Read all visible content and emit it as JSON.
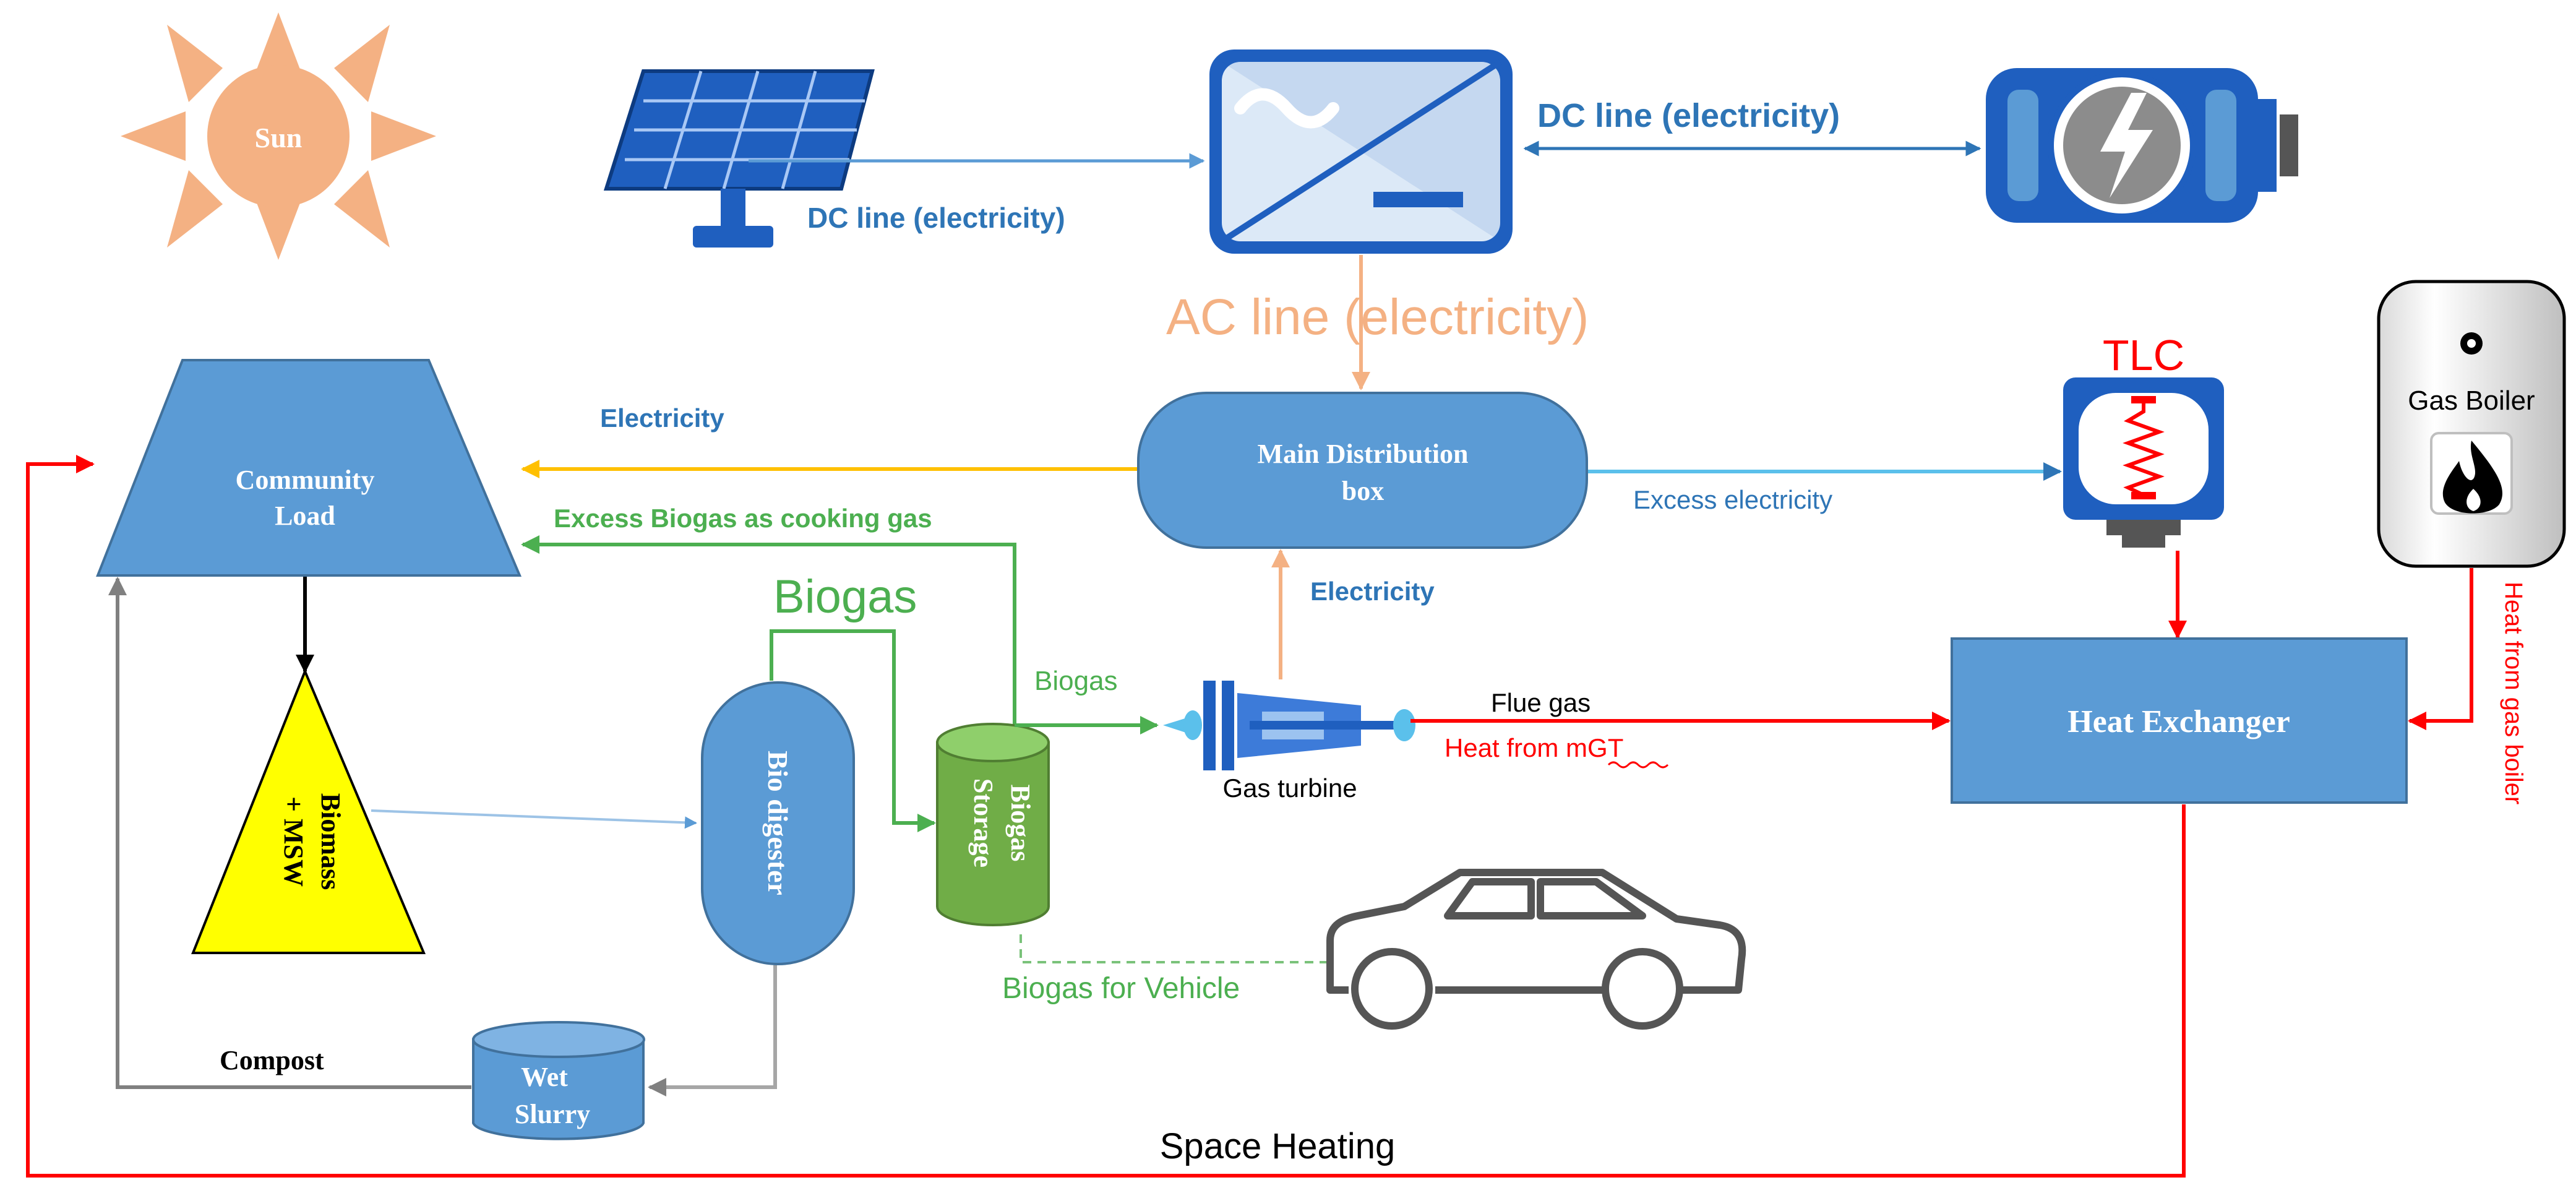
{
  "colors": {
    "node_fill": "#5b9bd5",
    "node_stroke": "#41719c",
    "electricity_blue": "#2e75b6",
    "electricity_orange": "#f4b183",
    "electricity_yellow": "#ffc000",
    "biogas_green": "#4caf50",
    "heat_red": "#ff0000",
    "slurry_gray": "#808080",
    "sun_orange": "#f4b183",
    "biomass_yellow": "#ffff00",
    "storage_green": "#70ad47"
  },
  "nodes": {
    "sun": "Sun",
    "community_load": [
      "Community",
      "Load"
    ],
    "main_distribution": [
      "Main Distribution",
      "box"
    ],
    "biomass": [
      "Biomass",
      "+ MSW"
    ],
    "bio_digester": "Bio digester",
    "biogas_storage": [
      "Biogas",
      "Storage"
    ],
    "wet_slurry": [
      "Wet",
      "Slurry"
    ],
    "heat_exchanger": "Heat Exchanger",
    "tlc": "TLC",
    "gas_boiler": "Gas Boiler",
    "gas_turbine": "Gas turbine"
  },
  "labels": {
    "dc_line_pv": "DC line (electricity)",
    "dc_line_battery": "DC line (electricity)",
    "ac_line": "AC line (electricity)",
    "electricity_to_load": "Electricity",
    "excess_biogas": "Excess Biogas  as cooking gas",
    "excess_electricity": "Excess electricity",
    "electricity_from_turbine": "Electricity",
    "biogas_big": "Biogas",
    "biogas_small": "Biogas",
    "flue_gas": "Flue gas",
    "heat_from_mgt": "Heat from mGT",
    "biogas_for_vehicle": "Biogas for Vehicle",
    "compost": "Compost",
    "space_heating": "Space Heating",
    "heat_from_gas_boiler": "Heat from gas boiler"
  },
  "icons": [
    "sun-icon",
    "solar-panel-icon",
    "inverter-icon",
    "battery-icon",
    "tlc-heater-icon",
    "gas-boiler-icon",
    "flame-icon",
    "gas-turbine-icon",
    "car-icon"
  ]
}
